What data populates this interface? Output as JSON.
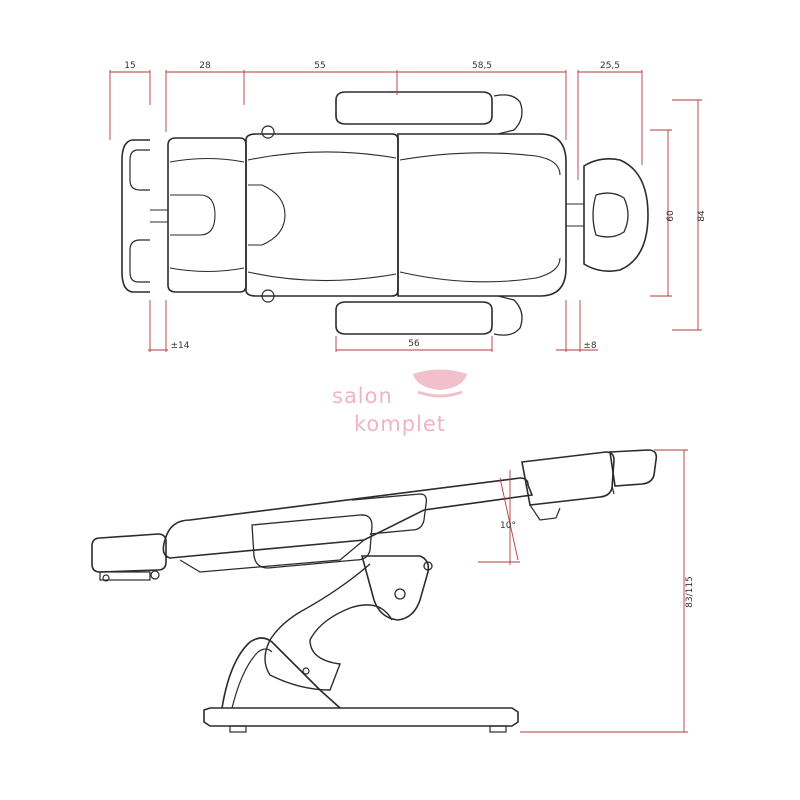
{
  "colors": {
    "line": "#2b2b2b",
    "dimension": "#b23a3a",
    "text": "#333333",
    "logo": "#f0b4c4"
  },
  "brand": {
    "line1": "salon",
    "line2": "komplet"
  },
  "top_view": {
    "dimensions": {
      "top_1": "15",
      "top_2": "28",
      "top_3": "55",
      "top_4": "58,5",
      "top_5": "25,5",
      "right_inner": "60",
      "right_outer": "84",
      "bottom_left": "±14",
      "bottom_middle": "56",
      "bottom_right": "±8"
    }
  },
  "side_view": {
    "dimensions": {
      "angle": "10°",
      "height": "83/115"
    }
  }
}
